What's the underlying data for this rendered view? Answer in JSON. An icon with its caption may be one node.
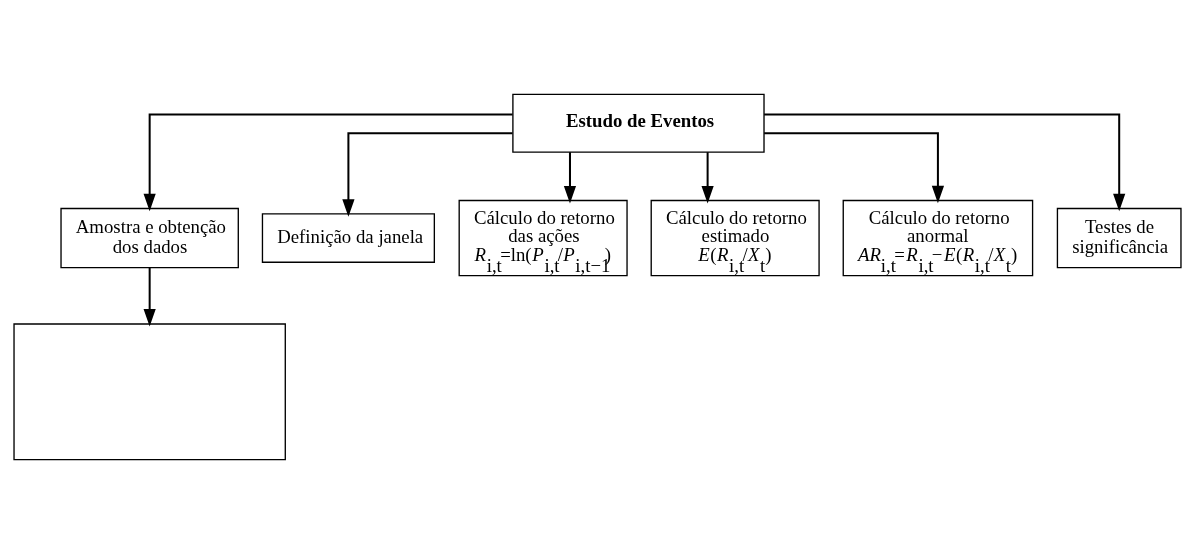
{
  "diagram": {
    "nodes": [
      {
        "text": [
          "Estudo de Eventos"
        ]
      },
      {
        "text": [
          "Amostra e obtenção dos dados"
        ]
      },
      {
        "text": [
          "Definição da janela"
        ]
      },
      {
        "text": [
          "Cálculo do retorno das ações",
          "*R*$_{i,t}$=ln(*P*$_{i,t}$/*P*$_{i,t−1}$)"
        ]
      },
      {
        "text": [
          "Cálculo do retorno estimado",
          "*E*(*R*$_{i,t}$/*X*$_{t}$)"
        ]
      },
      {
        "text": [
          "Cálculo do retorno anormal",
          "*AR*$_{i,t}$=*R*$_{i,t}$−*E*(*R*$_{i,t}$/*X*$_{t}$)"
        ]
      },
      {
        "text": [
          "Testes de significância"
        ]
      },
      {
        "text": [],
        "shape": "box"
      }
    ],
    "edges": [
      {
        "from": 0,
        "to": 1,
        "arrow": "to"
      },
      {
        "from": 0,
        "to": 2,
        "arrow": "to"
      },
      {
        "from": 0,
        "to": 3,
        "arrow": "to"
      },
      {
        "from": 0,
        "to": 4,
        "arrow": "to"
      },
      {
        "from": 0,
        "to": 5,
        "arrow": "to"
      },
      {
        "from": 0,
        "to": 6,
        "arrow": "to"
      },
      {
        "from": 1,
        "to": 7,
        "arrow": "to"
      }
    ]
  }
}
